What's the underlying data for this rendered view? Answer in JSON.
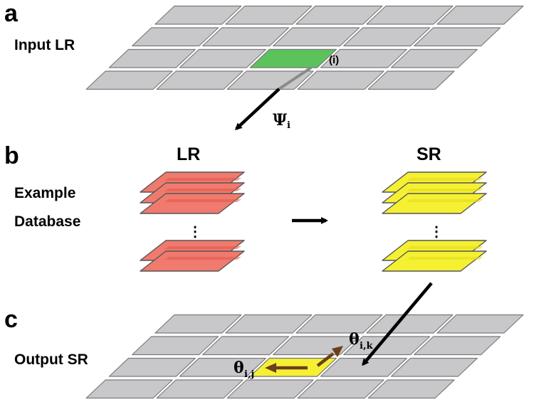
{
  "panels": {
    "a": {
      "letter": "a",
      "label": "Input LR",
      "highlight_label": "(i)"
    },
    "b": {
      "letter": "b",
      "label_line1": "Example",
      "label_line2": "Database",
      "lr_label": "LR",
      "sr_label": "SR",
      "ellipsis": "⋮",
      "psi_symbol": "Ψ",
      "psi_sub": "i"
    },
    "c": {
      "letter": "c",
      "label": "Output SR",
      "theta_symbol": "θ",
      "theta_ij_sub": "i,j",
      "theta_ik_sub": "i,k"
    }
  },
  "colors": {
    "grid_cell": "#c8c8cb",
    "highlight_input": "#5cc35c",
    "highlight_output": "#f5f032",
    "lr_plate": "#f07a6e",
    "lr_plate_inner": "#e0554a",
    "sr_plate": "#f5f032",
    "sr_plate_inner": "#e2da1e",
    "arrow_black": "#000000",
    "arrow_brown": "#6b3e1e"
  }
}
